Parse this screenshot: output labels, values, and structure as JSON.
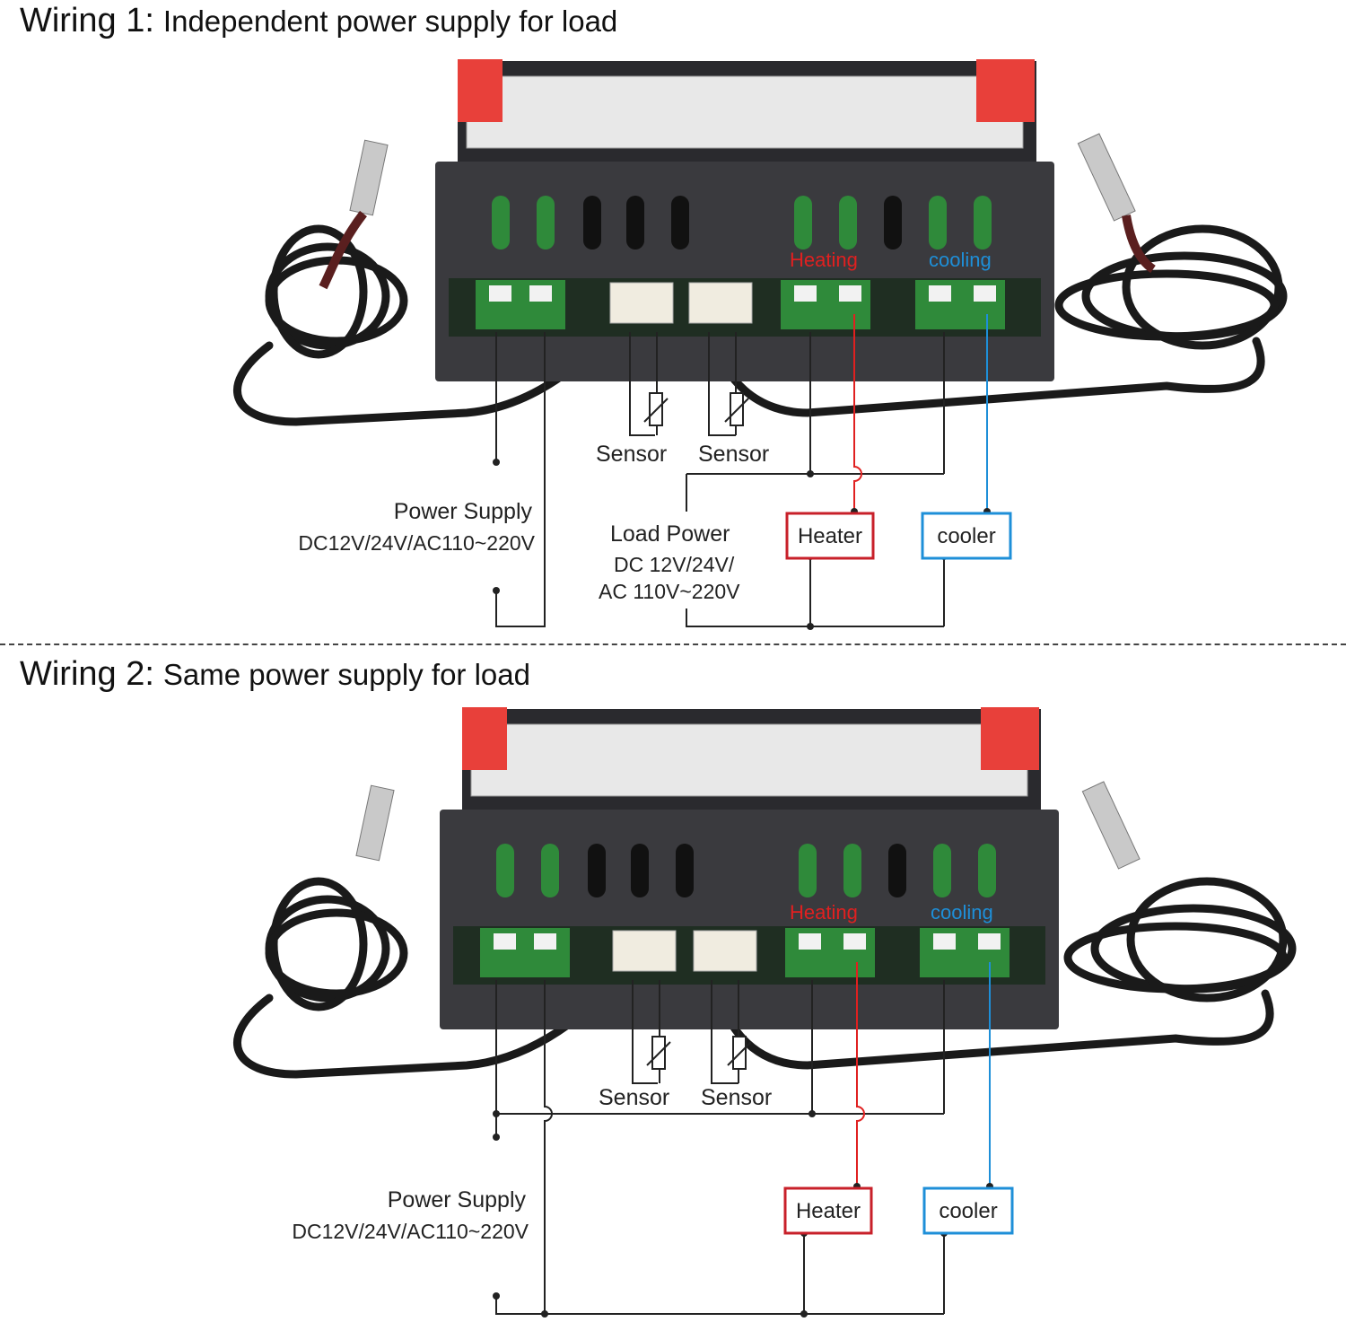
{
  "wiring1": {
    "prefix": "Wiring 1:",
    "description": "Independent power supply for load",
    "sensor_left": "Sensor",
    "sensor_right": "Sensor",
    "power_supply_label": "Power Supply",
    "power_supply_spec": "DC12V/24V/AC110~220V",
    "load_power_label": "Load Power",
    "load_power_spec_line1": "DC 12V/24V/",
    "load_power_spec_line2": "AC 110V~220V",
    "heater": "Heater",
    "cooler": "cooler",
    "tag_heating": "Heating",
    "tag_cooling": "cooling"
  },
  "wiring2": {
    "prefix": "Wiring 2:",
    "description": "Same power supply for load",
    "sensor_left": "Sensor",
    "sensor_right": "Sensor",
    "power_supply_label": "Power Supply",
    "power_supply_spec": "DC12V/24V/AC110~220V",
    "heater": "Heater",
    "cooler": "cooler",
    "tag_heating": "Heating",
    "tag_cooling": "cooling"
  },
  "colors": {
    "heater_wire": "#e02020",
    "cooler_wire": "#1e8fd8",
    "wire": "#222222",
    "terminal_green": "#2f8a3a",
    "housing": "#3a3a3e",
    "clip_red": "#e8403a"
  }
}
